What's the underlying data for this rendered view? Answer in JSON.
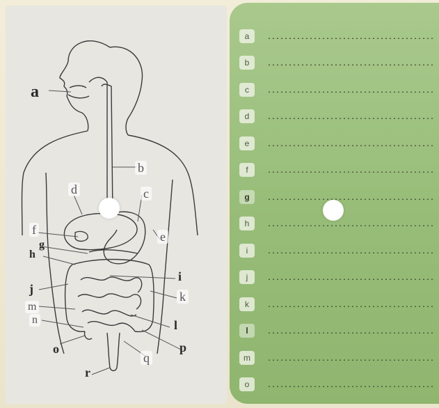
{
  "diagram": {
    "labels": {
      "a": "a",
      "b": "b",
      "c": "c",
      "d": "d",
      "e": "e",
      "f": "f",
      "g": "g",
      "h": "h",
      "i": "i",
      "j": "j",
      "k": "k",
      "l": "l",
      "m": "m",
      "n": "n",
      "o": "o",
      "p": "p",
      "q": "q",
      "r": "r"
    }
  },
  "answer_sheet": {
    "rows": [
      {
        "letter": "a"
      },
      {
        "letter": "b"
      },
      {
        "letter": "c"
      },
      {
        "letter": "d"
      },
      {
        "letter": "e"
      },
      {
        "letter": "f"
      },
      {
        "letter": "g"
      },
      {
        "letter": "h"
      },
      {
        "letter": "i"
      },
      {
        "letter": "j"
      },
      {
        "letter": "k"
      },
      {
        "letter": "l"
      },
      {
        "letter": "m"
      },
      {
        "letter": "o"
      }
    ]
  },
  "colors": {
    "answer_panel": "#98bd79",
    "diagram_panel": "#e7e6e1",
    "line": "#3a3a3a"
  }
}
